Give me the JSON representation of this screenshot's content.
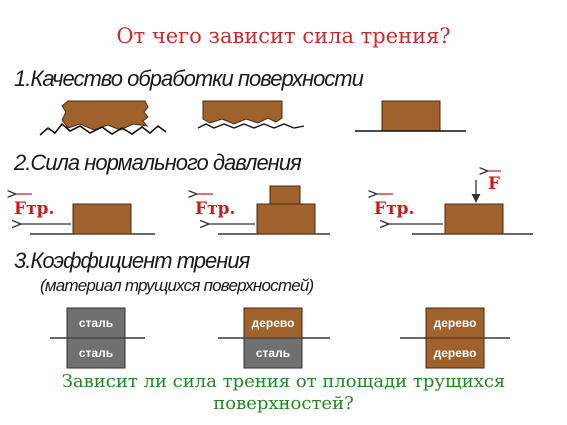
{
  "title": "От чего зависит сила трения?",
  "factors": [
    {
      "label": "1.Качество обработки поверхности"
    },
    {
      "label": "2.Сила нормального давления"
    },
    {
      "label": "3.Коэффициент трения",
      "sublabel": "(материал трущихся поверхностей)"
    }
  ],
  "forces": {
    "friction": "Fтр.",
    "applied": "F"
  },
  "materials": [
    {
      "top": "сталь",
      "bottom": "сталь"
    },
    {
      "top": "дерево",
      "bottom": "сталь"
    },
    {
      "top": "дерево",
      "bottom": "дерево"
    }
  ],
  "question": "Зависит ли сила трения от площади трущихся поверхностей?",
  "colors": {
    "title": "#cc2a2a",
    "question": "#1f8a1f",
    "block": "#a0622d",
    "steel": "#707070",
    "force": "#cc1a1a"
  }
}
